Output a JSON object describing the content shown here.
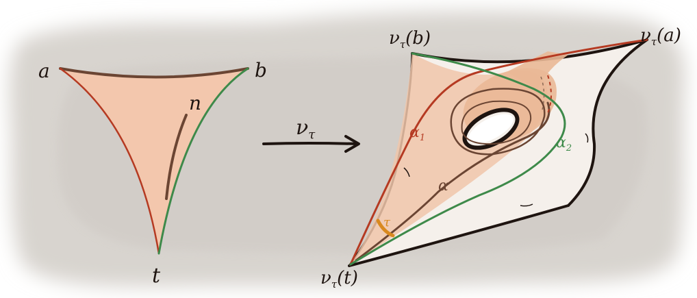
{
  "diagram": {
    "left_vertices": {
      "top_left": "a",
      "top_right": "b",
      "bottom": "t"
    },
    "left_curve_label": "n",
    "map_label": "ν",
    "map_subscript": "τ",
    "right_vertices": {
      "top_left": "ν",
      "top_left_arg": "(b)",
      "top_right": "ν",
      "top_right_arg": "(a)",
      "bottom": "ν",
      "bottom_arg": "(t)"
    },
    "right_subscript": "τ",
    "curve_labels": {
      "alpha": "α",
      "alpha1": "α",
      "alpha1_sub": "1",
      "alpha2": "α",
      "alpha2_sub": "2",
      "tau": "τ"
    },
    "colors": {
      "background": "#ffffff",
      "smudge": "#d8d4cf",
      "triangle_fill": "#f3c7ad",
      "surface_fill": "#f5f0eb",
      "outline": "#1e1410",
      "brown": "#6b4533",
      "red": "#b53a22",
      "green": "#3e8a4a",
      "orange": "#d9891f"
    }
  }
}
